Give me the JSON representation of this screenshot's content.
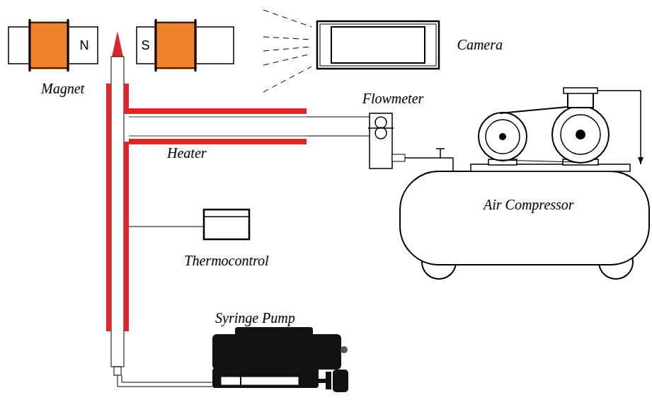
{
  "diagram": {
    "nodes": [
      {
        "text": [
          "N"
        ]
      },
      {
        "text": [
          "S"
        ]
      },
      {
        "text": [
          "Camera"
        ]
      },
      {
        "text": [
          "Flowmeter"
        ]
      },
      {
        "text": [
          "Thermocontrol"
        ]
      }
    ],
    "labels": [
      "Magnet",
      "Heater",
      "Air Compressor",
      "Syringe Pump"
    ]
  }
}
